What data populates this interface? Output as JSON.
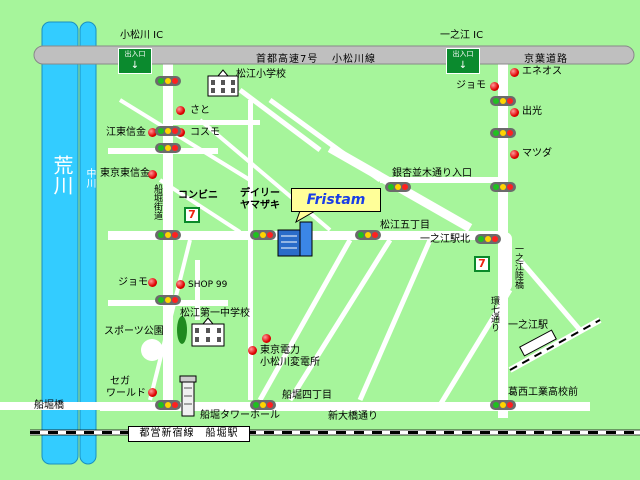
{
  "colors": {
    "background": "#a6f59b",
    "road": "#ffffff",
    "highway": "#bfbfbf",
    "river": "#33ccff",
    "callout_fill": "#ffff99",
    "callout_text": "#1a3ee6",
    "signal_red": "#ff2020",
    "signal_yellow": "#ffd400",
    "signal_green": "#20c020",
    "landmark_dot": "#e00000"
  },
  "highway": {
    "ic_west": "小松川 IC",
    "ic_east": "一之江 IC",
    "exit_label": "出入口",
    "exit_arrow": "↓",
    "segments": [
      "首都高速7号",
      "小松川線",
      "京葉道路"
    ]
  },
  "rivers": {
    "arakawa": "荒川",
    "nakagawa": "中川"
  },
  "business": {
    "name": "Fristam"
  },
  "landmarks": [
    {
      "name": "松江小学校",
      "icon": "school-icon"
    },
    {
      "name": "さと",
      "icon": "red-dot-icon"
    },
    {
      "name": "江東信金",
      "icon": "red-dot-icon"
    },
    {
      "name": "コスモ",
      "icon": "red-dot-icon"
    },
    {
      "name": "東京東信金",
      "icon": "red-dot-icon"
    },
    {
      "name": "コンビニ",
      "icon": "seven-eleven-icon"
    },
    {
      "name": "デイリー",
      "icon": "label"
    },
    {
      "name": "ヤマザキ",
      "icon": "label"
    },
    {
      "name": "ジョモ",
      "icon": "red-dot-icon"
    },
    {
      "name": "SHOP 99",
      "icon": "red-dot-icon"
    },
    {
      "name": "松江第一中学校",
      "icon": "school-icon"
    },
    {
      "name": "スポーツ公園",
      "icon": "park-icon"
    },
    {
      "name": "東京電力",
      "icon": "red-dot-icon"
    },
    {
      "name": "小松川変電所",
      "icon": "label"
    },
    {
      "name": "セガ",
      "icon": "red-dot-icon"
    },
    {
      "name": "ワールド",
      "icon": "label"
    },
    {
      "name": "船堀タワーホール",
      "icon": "tower-icon"
    },
    {
      "name": "エネオス",
      "icon": "red-dot-icon"
    },
    {
      "name": "ジョモ",
      "icon": "red-dot-icon"
    },
    {
      "name": "出光",
      "icon": "red-dot-icon"
    },
    {
      "name": "マツダ",
      "icon": "red-dot-icon"
    }
  ],
  "roads": {
    "funabori_kaido": "船堀街道",
    "ginkyo_namiki": "銀杏並木通り入口",
    "matsue_5": "松江五丁目",
    "ichinoe_kita": "一之江駅北",
    "kan7": "環七通り",
    "ichinoe_riku": "一之江陸橋",
    "ichinoe_station": "一之江駅",
    "kasai_kogyo": "葛西工業高校前",
    "funabori_4": "船堀四丁目",
    "shin_ohashi": "新大橋通り",
    "funabori_bashi": "船堀橋"
  },
  "station": {
    "label": "都営新宿線　船堀駅"
  }
}
